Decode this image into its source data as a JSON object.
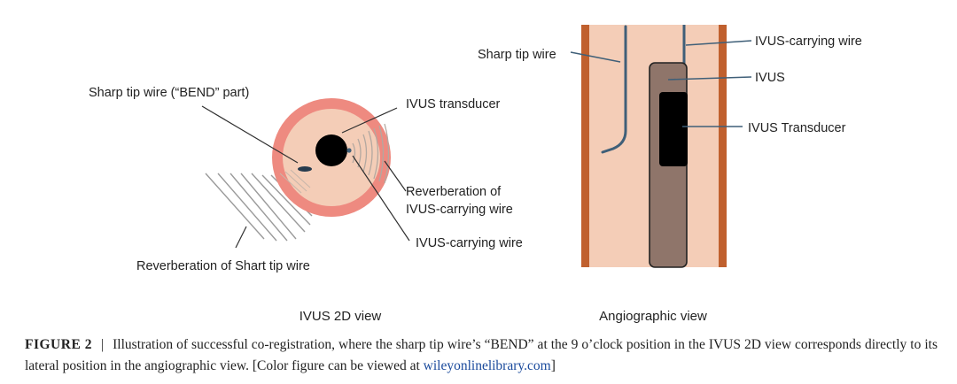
{
  "ivus_2d": {
    "labels": {
      "sharp_tip_bend": "Sharp tip wire (“BEND” part)",
      "transducer": "IVUS transducer",
      "reverb_ivus_line1": "Reverberation of",
      "reverb_ivus_line2": "IVUS-carrying wire",
      "ivus_wire": "IVUS-carrying wire",
      "reverb_sharp": "Reverberation of Shart tip wire"
    },
    "view_title": "IVUS 2D view"
  },
  "angio": {
    "labels": {
      "sharp_tip": "Sharp tip wire",
      "ivus_wire": "IVUS-carrying wire",
      "ivus": "IVUS",
      "transducer": "IVUS Transducer"
    },
    "view_title": "Angiographic view"
  },
  "caption": {
    "figure_label": "FIGURE 2",
    "separator": "|",
    "text": "Illustration of successful co-registration, where the sharp tip wire’s “BEND” at the 9 o’clock position in the IVUS 2D view corresponds directly to its lateral position in the angiographic view. [Color figure can be viewed at",
    "link": "wileyonlinelibrary.com",
    "closing": "]"
  },
  "colors": {
    "vessel_ring": "#ee8a80",
    "vessel_inner": "#f4cdb7",
    "vessel_wall": "#c0602e",
    "ivus_body": "#8f756a",
    "wire": "#3f5f78",
    "transducer": "#000000"
  }
}
